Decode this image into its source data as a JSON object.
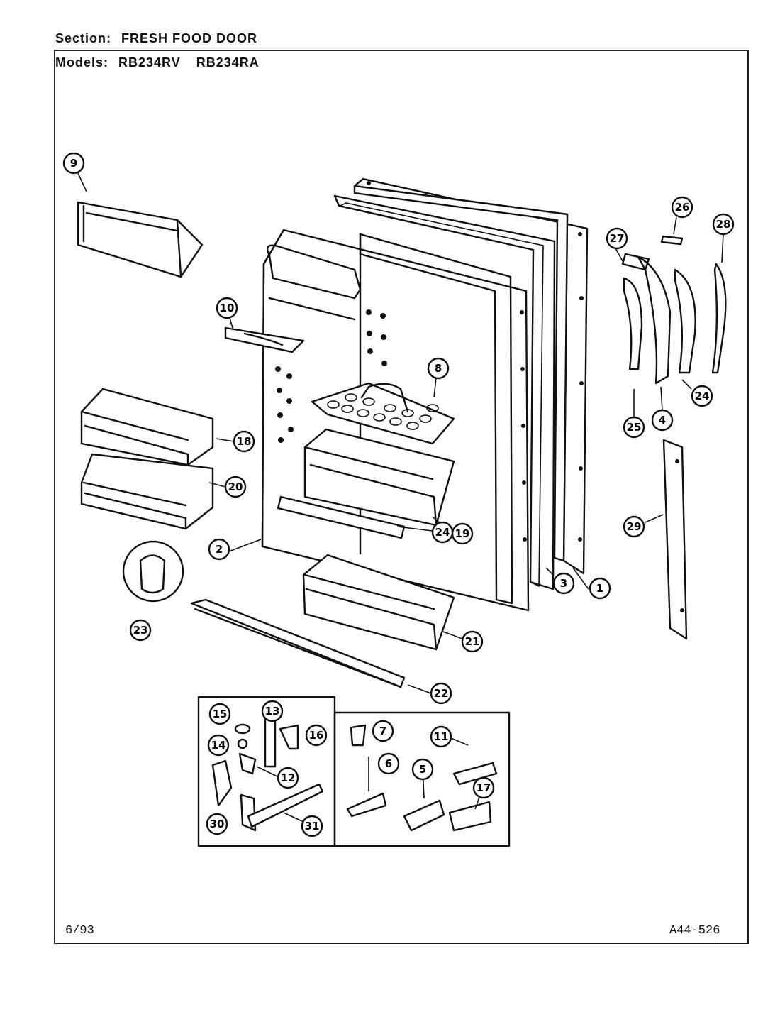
{
  "header": {
    "section_label": "Section:",
    "section_value": "FRESH FOOD DOOR",
    "models_label": "Models:",
    "models": [
      "RB234RV",
      "RB234RA"
    ]
  },
  "footer": {
    "date": "6/93",
    "diagram_code": "A44-526"
  },
  "callouts": [
    "9",
    "10",
    "18",
    "20",
    "2",
    "23",
    "22",
    "8",
    "19",
    "24",
    "21",
    "3",
    "1",
    "27",
    "26",
    "28",
    "25",
    "4",
    "24",
    "29",
    "15",
    "13",
    "16",
    "14",
    "12",
    "30",
    "31",
    "7",
    "11",
    "6",
    "5",
    "17"
  ]
}
